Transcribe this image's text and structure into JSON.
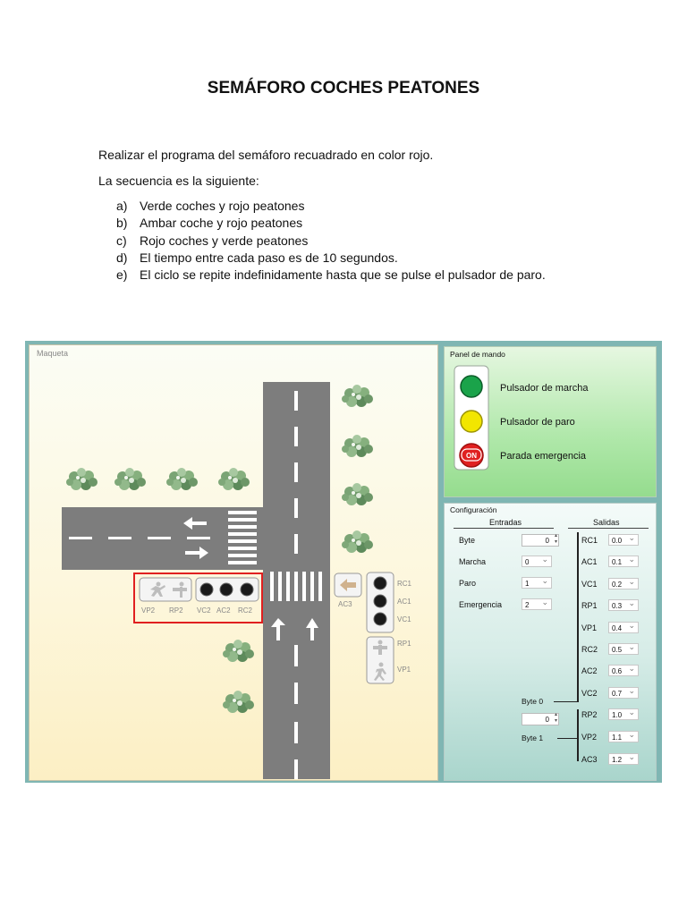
{
  "document": {
    "title": "SEMÁFORO COCHES PEATONES",
    "intro": "Realizar el programa del semáforo recuadrado en color rojo.",
    "sequence_intro": "La secuencia es la siguiente:",
    "steps": [
      {
        "letter": "a)",
        "text": "Verde coches y rojo peatones"
      },
      {
        "letter": "b)",
        "text": "Ambar coche y rojo peatones"
      },
      {
        "letter": "c)",
        "text": "Rojo coches y verde peatones"
      },
      {
        "letter": "d)",
        "text": "El tiempo entre cada paso es de 10 segundos."
      },
      {
        "letter": "e)",
        "text": "El ciclo se repite indefinidamente hasta que se pulse el pulsador de paro."
      }
    ]
  },
  "simulator": {
    "maqueta_label": "Maqueta",
    "left_signal_labels": [
      "VP2",
      "RP2",
      "VC2",
      "AC2",
      "RC2"
    ],
    "ac3_label": "AC3",
    "right_car_labels": [
      "RC1",
      "AC1",
      "VC1"
    ],
    "right_ped_labels": [
      "RP1",
      "VP1"
    ],
    "highlight_color": "#e02020",
    "panel": {
      "title": "Panel de mando",
      "buttons": [
        {
          "label": "Pulsador de marcha",
          "color": "#1aa34a"
        },
        {
          "label": "Pulsador de paro",
          "color": "#f2e600"
        },
        {
          "label": "Parada emergencia",
          "color": "#e02020",
          "badge": "ON"
        }
      ]
    },
    "config": {
      "title": "Configuración",
      "entradas_header": "Entradas",
      "salidas_header": "Salidas",
      "inputs": [
        {
          "name": "Byte",
          "value": "0"
        },
        {
          "name": "Marcha",
          "value": "0"
        },
        {
          "name": "Paro",
          "value": "1"
        },
        {
          "name": "Emergencia",
          "value": "2"
        }
      ],
      "outputs": [
        {
          "name": "RC1",
          "value": "0.0"
        },
        {
          "name": "AC1",
          "value": "0.1"
        },
        {
          "name": "VC1",
          "value": "0.2"
        },
        {
          "name": "RP1",
          "value": "0.3"
        },
        {
          "name": "VP1",
          "value": "0.4"
        },
        {
          "name": "RC2",
          "value": "0.5"
        },
        {
          "name": "AC2",
          "value": "0.6"
        },
        {
          "name": "VC2",
          "value": "0.7"
        },
        {
          "name": "RP2",
          "value": "1.0"
        },
        {
          "name": "VP2",
          "value": "1.1"
        },
        {
          "name": "AC3",
          "value": "1.2"
        }
      ],
      "byte0_label": "Byte 0",
      "byte1_label": "Byte 1",
      "byte1_value": "0"
    }
  }
}
